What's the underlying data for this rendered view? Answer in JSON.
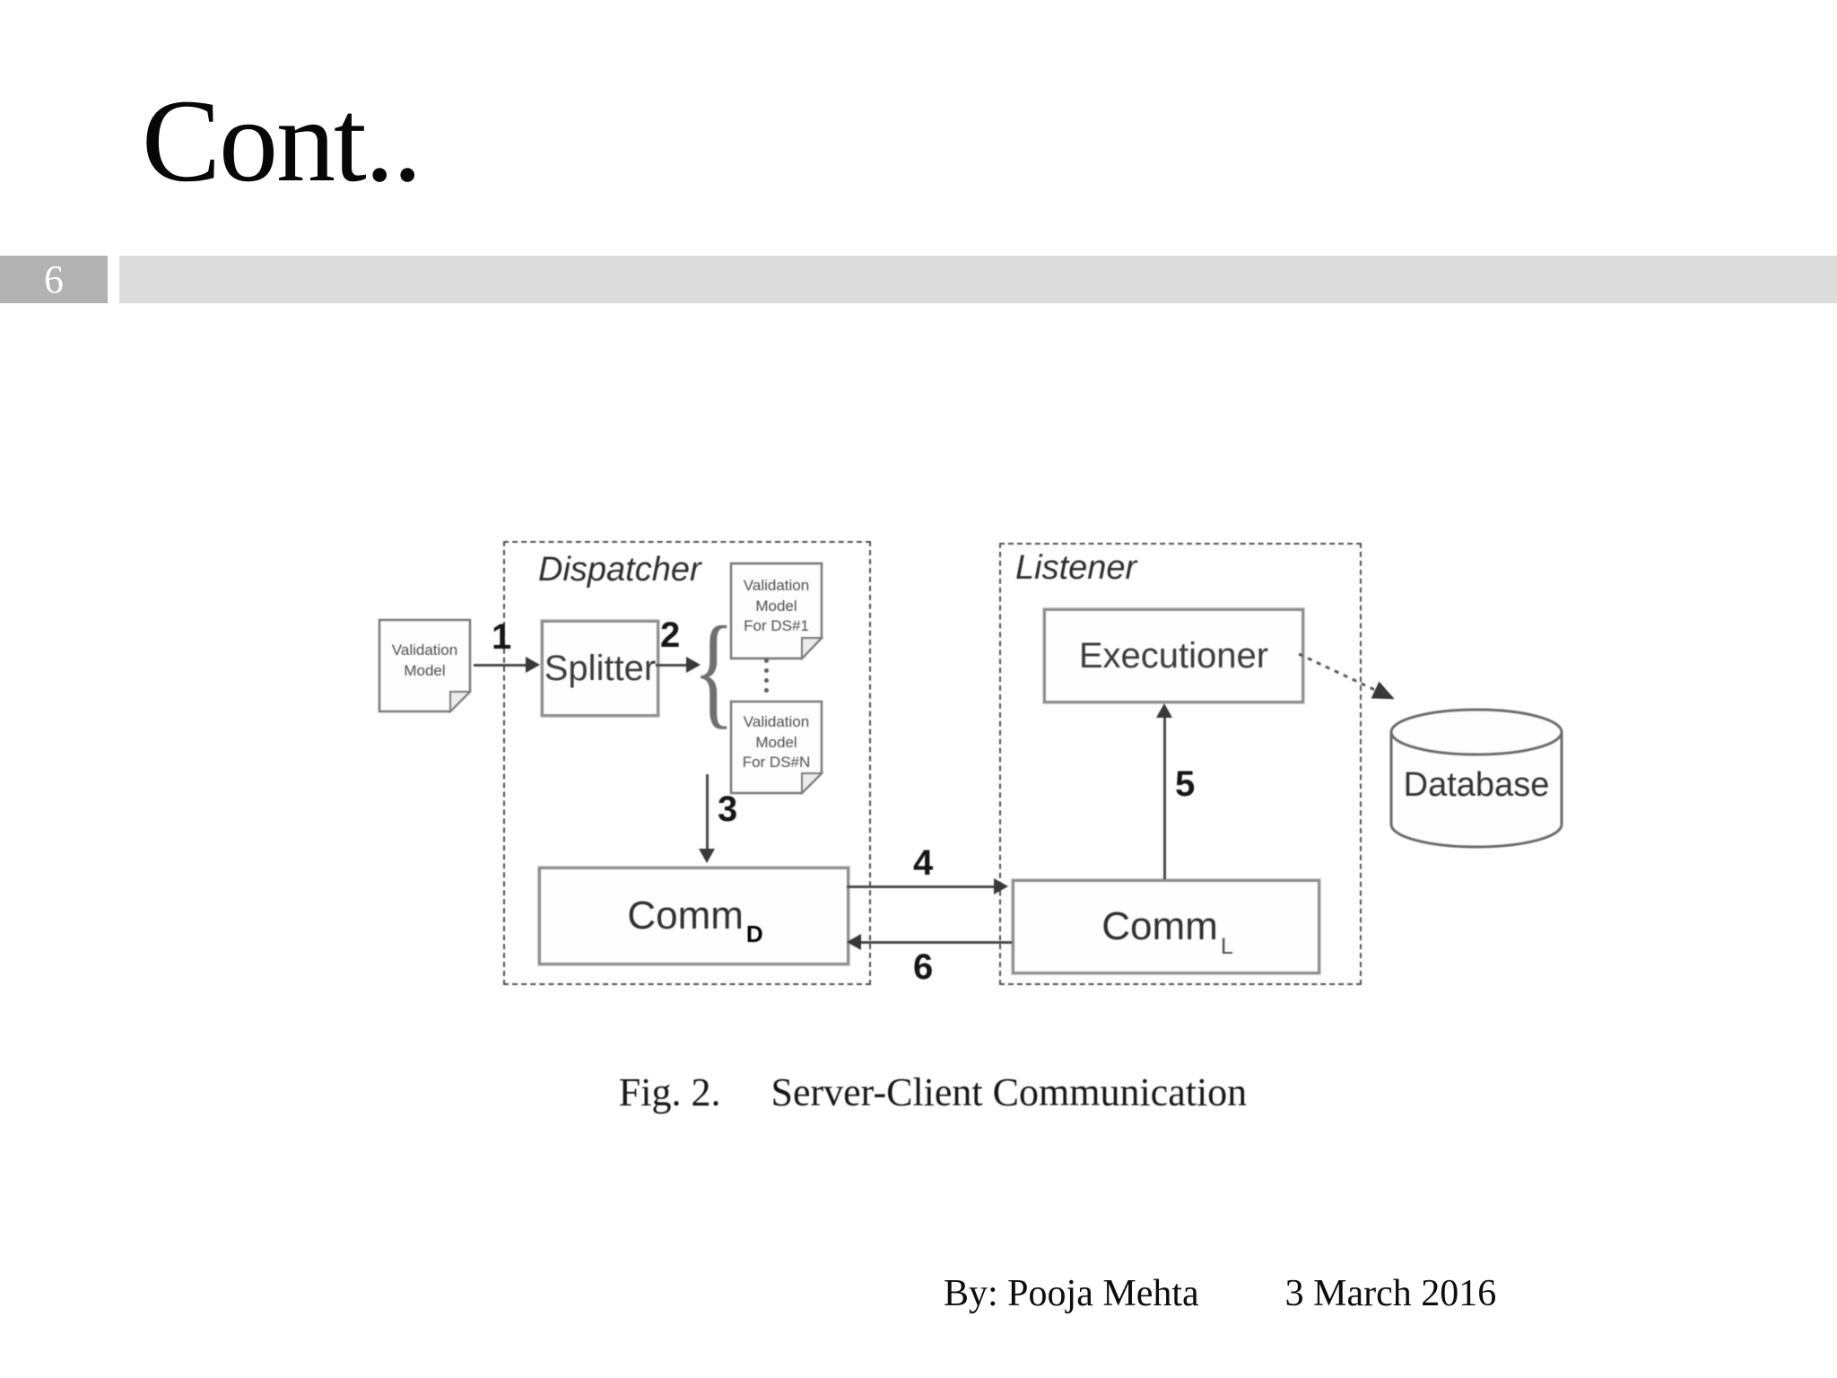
{
  "slide": {
    "title": "Cont..",
    "page_number": "6",
    "footer": {
      "author": "By: Pooja Mehta",
      "date": "3 March 2016"
    }
  },
  "figure": {
    "caption": {
      "prefix": "Fig. 2.",
      "title": "Server-Client Communication"
    },
    "regions": {
      "dispatcher": "Dispatcher",
      "listener": "Listener"
    },
    "nodes": {
      "splitter": "Splitter",
      "executioner": "Executioner",
      "comm_dispatcher": {
        "base": "Comm",
        "sub": "D"
      },
      "comm_listener": {
        "base": "Comm",
        "sub": "L"
      },
      "database": "Database"
    },
    "documents": {
      "input": {
        "line1": "Validation",
        "line2": "Model"
      },
      "ds1": {
        "line1": "Validation",
        "line2": "Model",
        "line3": "For DS#1"
      },
      "dsn": {
        "line1": "Validation",
        "line2": "Model",
        "line3": "For DS#N"
      }
    },
    "steps": {
      "s1": "1",
      "s2": "2",
      "s3": "3",
      "s4": "4",
      "s5": "5",
      "s6": "6"
    },
    "icons": {
      "brace_glyph": "{"
    }
  },
  "colors": {
    "page_number_box": "#b2b2b2",
    "header_bar": "#dcdcdc",
    "diagram_ink": "#4f4f4f"
  }
}
